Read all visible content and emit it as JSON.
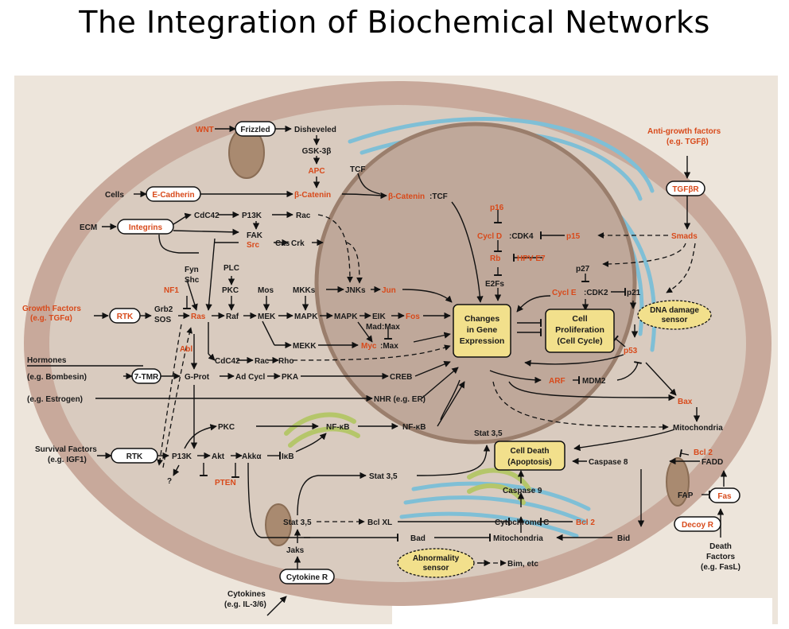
{
  "title": "The Integration of Biochemical Networks",
  "colors": {
    "background": "#ede5db",
    "cell": "#c8a99b",
    "cytoplasm": "#d9cbbf",
    "nucleus": "#bfa89a",
    "highlight": "#f2e08c",
    "red_text": "#d84a1b",
    "er": "#7fbfd6",
    "golgi": "#b5c66a"
  },
  "labels": {
    "wnt": "WNT",
    "frizzled": "Frizzled",
    "disheveled": "Disheveled",
    "gsk3b": "GSK-3β",
    "apc": "APC",
    "tcf": "TCF",
    "cells": "Cells",
    "ecadherin": "E-Cadherin",
    "bcatenin": "β-Catenin",
    "bcatenin_tcf_a": "β-Catenin",
    "bcatenin_tcf_b": ":TCF",
    "ecm": "ECM",
    "integrins": "Integrins",
    "cdc42_top": "CdC42",
    "p13k_top": "P13K",
    "rac_top": "Rac",
    "fak": "FAK",
    "src": "Src",
    "cas": "Cas",
    "crk": "Crk",
    "fyn": "Fyn",
    "shc": "Shc",
    "plc": "PLC",
    "nf1": "NF1",
    "pkc_top": "PKC",
    "mos": "Mos",
    "mkks": "MKKs",
    "jnks": "JNKs",
    "jun": "Jun",
    "growth_factors": "Growth Factors",
    "growth_eg": "(e.g. TGFα)",
    "rtk": "RTK",
    "grb2": "Grb2",
    "sos": "SOS",
    "ras": "Ras",
    "raf": "Raf",
    "mek": "MEK",
    "mapk1": "MAPK",
    "mapk2": "MAPK",
    "elk": "EIK",
    "fos": "Fos",
    "madmax": "Mad:Max",
    "abl": "Abl",
    "mekk": "MEKK",
    "myc": "Myc",
    "mycmax": ":Max",
    "cdc42_bot": "CdC42",
    "rac_bot": "Rac",
    "rho": "Rho",
    "hormones": "Hormones",
    "hormones_eg": "(e.g. Bombesin)",
    "tmr": "7-TMR",
    "gprot": "G-Prot",
    "adcycl": "Ad Cycl",
    "pka": "PKA",
    "creb": "CREB",
    "estrogen": "(e.g. Estrogen)",
    "nhr": "NHR (e.g. ER)",
    "pkc_bot": "PKC",
    "nfkb1": "NF-κB",
    "nfkb2": "NF-κB",
    "survival": "Survival Factors",
    "survival_eg": "(e.g. IGF1)",
    "rtk2": "RTK",
    "p13k_bot": "P13K",
    "akt": "Akt",
    "akka": "Akkα",
    "ikb": "IκB",
    "question": "?",
    "pten": "PTEN",
    "stat35_a": "Stat 3,5",
    "stat35_b": "Stat 3,5",
    "stat35_c": "Stat 3,5",
    "bclxl": "Bcl XL",
    "bad": "Bad",
    "jaks": "Jaks",
    "cytokine_r": "Cytokine R",
    "cytokines": "Cytokines",
    "cytokines_eg": "(e.g. IL-3/6)",
    "abnormality_a": "Abnormality",
    "abnormality_b": "sensor",
    "bim": "Bim, etc",
    "mitochondria_bot": "Mitochondria",
    "bid": "Bid",
    "cytochrome": "Cytochrome C",
    "caspase9": "Caspase 9",
    "bcl2_a": "Bcl 2",
    "cell_death_a": "Cell Death",
    "cell_death_b": "(Apoptosis)",
    "caspase8": "Caspase 8",
    "fadd": "FADD",
    "bcl2_b": "Bcl 2",
    "fap": "FAP",
    "fas": "Fas",
    "decoy": "Decoy R",
    "death_a": "Death",
    "death_b": "Factors",
    "death_c": "(e.g. FasL)",
    "changes_a": "Changes",
    "changes_b": "in Gene",
    "changes_c": "Expression",
    "prolif_a": "Cell",
    "prolif_b": "Proliferation",
    "prolif_c": "(Cell Cycle)",
    "p16": "p16",
    "cycld": "Cycl D",
    "cdk4": ":CDK4",
    "p15": "p15",
    "rb": "Rb",
    "hpv": "HPV E7",
    "e2fs": "E2Fs",
    "p27": "p27",
    "cycle": "Cycl E",
    "cdk2": ":CDK2",
    "p21": "p21",
    "dna_a": "DNA damage",
    "dna_b": "sensor",
    "p53": "p53",
    "arf": "ARF",
    "mdm2": "MDM2",
    "bax": "Bax",
    "mitochondria_right": "Mitochondria",
    "antigrowth": "Anti-growth factors",
    "antigrowth_eg": "(e.g. TGFβ)",
    "tgfbr": "TGFβR",
    "smads": "Smads"
  }
}
